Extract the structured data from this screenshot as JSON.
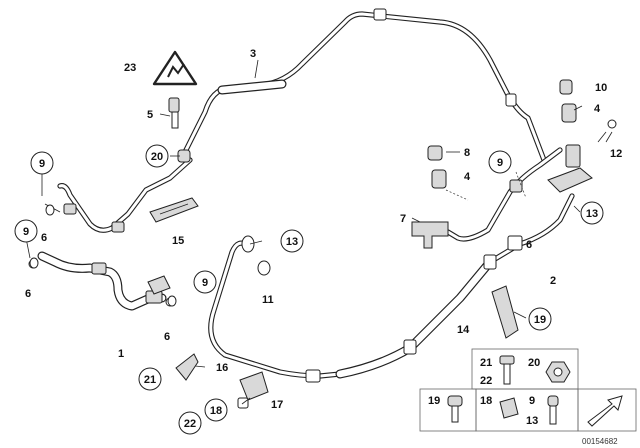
{
  "diagram": {
    "catalog_number": "00154682",
    "labels": [
      {
        "id": "l1",
        "text": "1"
      },
      {
        "id": "l2",
        "text": "2"
      },
      {
        "id": "l3",
        "text": "3"
      },
      {
        "id": "l4a",
        "text": "4"
      },
      {
        "id": "l4b",
        "text": "4"
      },
      {
        "id": "l5",
        "text": "5"
      },
      {
        "id": "l6a",
        "text": "6"
      },
      {
        "id": "l6b",
        "text": "6"
      },
      {
        "id": "l6c",
        "text": "6"
      },
      {
        "id": "l6d",
        "text": "6"
      },
      {
        "id": "l7",
        "text": "7"
      },
      {
        "id": "l8",
        "text": "8"
      },
      {
        "id": "l10",
        "text": "10"
      },
      {
        "id": "l11",
        "text": "11"
      },
      {
        "id": "l12",
        "text": "12"
      },
      {
        "id": "l14",
        "text": "14"
      },
      {
        "id": "l15",
        "text": "15"
      },
      {
        "id": "l16",
        "text": "16"
      },
      {
        "id": "l17",
        "text": "17"
      },
      {
        "id": "l23",
        "text": "23"
      }
    ],
    "circled_labels": [
      {
        "id": "c9a",
        "text": "9"
      },
      {
        "id": "c9b",
        "text": "9"
      },
      {
        "id": "c9c",
        "text": "9"
      },
      {
        "id": "c9d",
        "text": "9"
      },
      {
        "id": "c13a",
        "text": "13"
      },
      {
        "id": "c13b",
        "text": "13"
      },
      {
        "id": "c18",
        "text": "18"
      },
      {
        "id": "c19",
        "text": "19"
      },
      {
        "id": "c20",
        "text": "20"
      },
      {
        "id": "c21",
        "text": "21"
      },
      {
        "id": "c22",
        "text": "22"
      }
    ],
    "legend_labels": [
      {
        "id": "g21",
        "text": "21"
      },
      {
        "id": "g22",
        "text": "22"
      },
      {
        "id": "g20",
        "text": "20"
      },
      {
        "id": "g19",
        "text": "19"
      },
      {
        "id": "g18",
        "text": "18"
      },
      {
        "id": "g9",
        "text": "9"
      },
      {
        "id": "g13",
        "text": "13"
      }
    ]
  }
}
